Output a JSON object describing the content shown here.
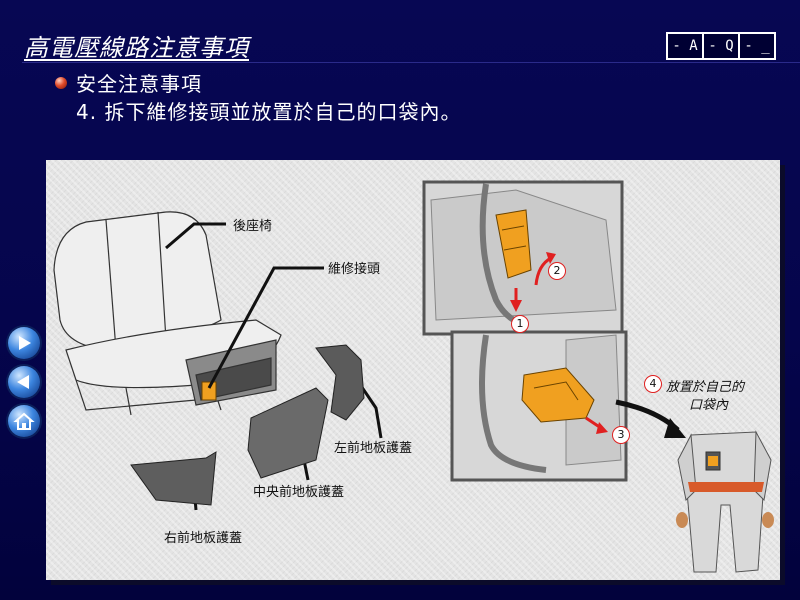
{
  "header": {
    "title": "高電壓線路注意事項",
    "shortcuts": [
      "- A",
      "- Q",
      "- _"
    ]
  },
  "content": {
    "heading": "安全注意事項",
    "step": "4.  拆下維修接頭並放置於自己的口袋內。"
  },
  "figure": {
    "labels": {
      "rear_seat": "後座椅",
      "service_plug": "維修接頭",
      "left_cover": "左前地板護蓋",
      "center_cover": "中央前地板護蓋",
      "right_cover": "右前地板護蓋",
      "pocket_line1": "放置於自己的",
      "pocket_line2": "口袋內"
    },
    "steps": [
      "1",
      "2",
      "3",
      "4"
    ]
  },
  "nav": {
    "buttons": [
      "forward-icon",
      "back-icon",
      "home-icon"
    ]
  },
  "colors": {
    "background": "#05054c",
    "accent_orange": "#f0a020",
    "marker_red": "#e02020"
  }
}
